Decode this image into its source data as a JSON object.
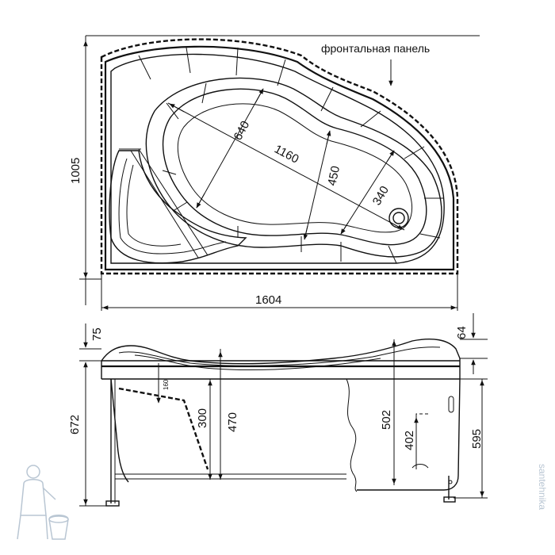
{
  "top_view": {
    "label_front_panel": "фронтальная панель",
    "dim_height": "1005",
    "dim_width": "1604",
    "dim_length": "1160",
    "dim_wide": "640",
    "dim_mid": "450",
    "dim_narrow": "340"
  },
  "side_view": {
    "dim_rim_left": "75",
    "dim_rim_right": "64",
    "dim_total_height": "672",
    "dim_panel_height": "595",
    "dim_seat": "160",
    "dim_depth_seat": "300",
    "dim_depth_left": "470",
    "dim_depth_right": "502",
    "dim_drain": "402"
  },
  "watermark": {
    "text": "santehnika"
  }
}
